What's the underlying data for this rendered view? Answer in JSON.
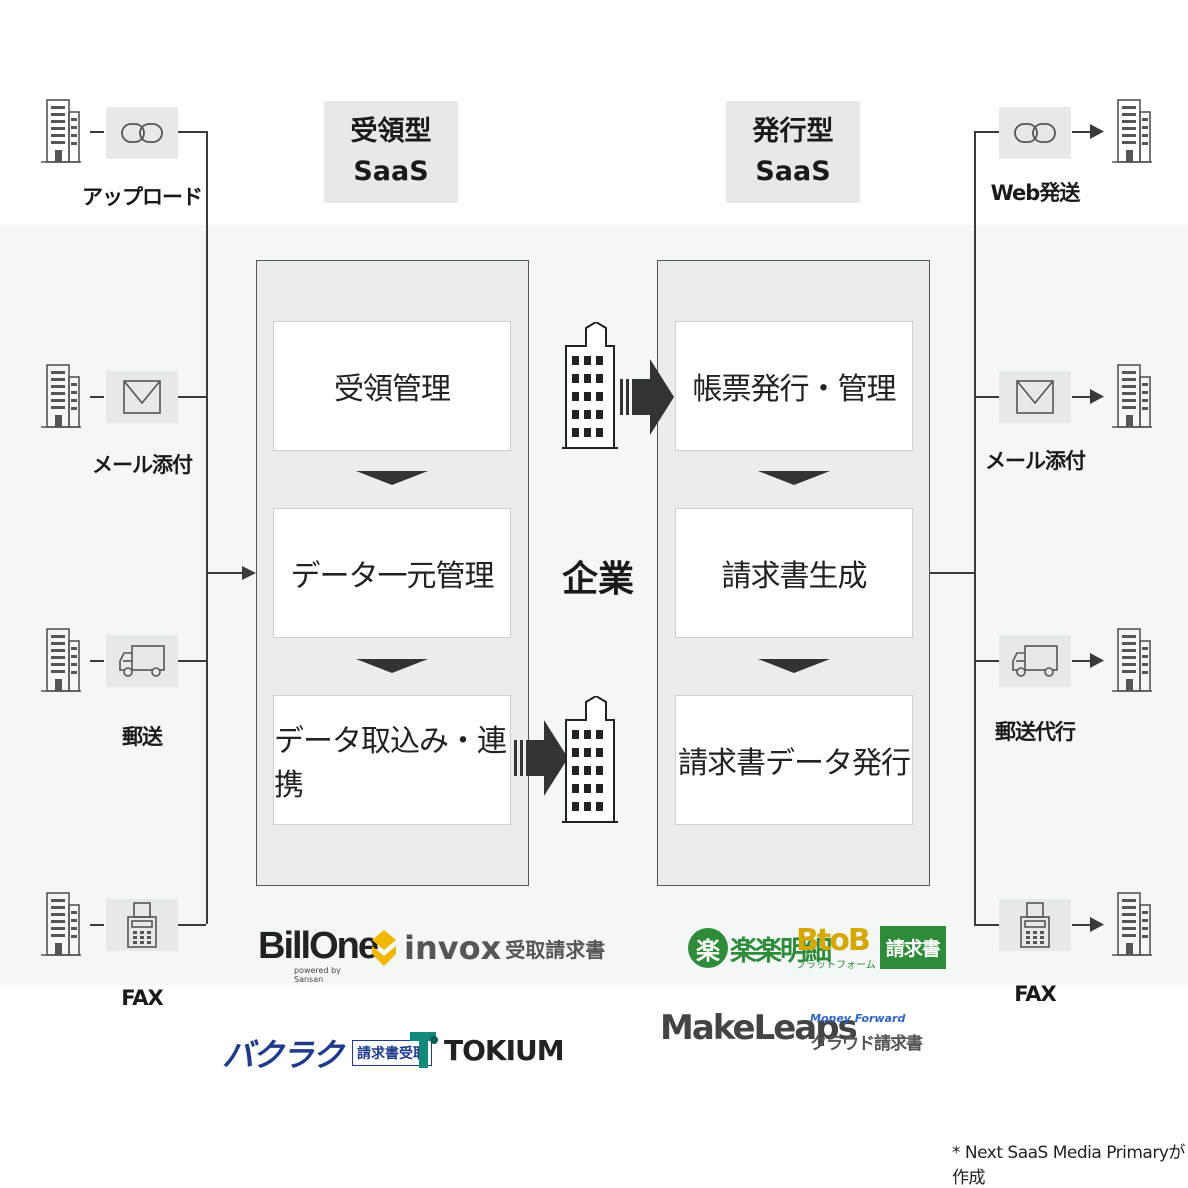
{
  "receive_type": {
    "line1": "受領型",
    "line2": "SaaS"
  },
  "issue_type": {
    "line1": "発行型",
    "line2": "SaaS"
  },
  "center_label": "企業",
  "receive_steps": [
    "受領管理",
    "データ一元管理",
    "データ取込み・連携"
  ],
  "issue_steps": [
    "帳票発行・管理",
    "請求書生成",
    "請求書データ発行"
  ],
  "left_channels": [
    "アップロード",
    "メール添付",
    "郵送",
    "FAX"
  ],
  "right_channels": [
    "Web発送",
    "メール添付",
    "郵送代行",
    "FAX"
  ],
  "logos": {
    "billone": {
      "main": "BillOne",
      "sub": "powered by Sansan"
    },
    "invox": {
      "main": "invox",
      "sub": "受取請求書"
    },
    "bakuraku": {
      "main": "バクラク",
      "sub": "請求書受取"
    },
    "tokium": {
      "main": "TOKIUM"
    },
    "rakurakumeisai": {
      "main": "楽楽明細",
      "badge": "楽"
    },
    "btob": {
      "main": "BtoB",
      "sub": "プラットフォーム",
      "badge": "請求書"
    },
    "makeleaps": {
      "main": "MakeLeaps"
    },
    "moneyforward": {
      "main": "Money Forward",
      "sub": "クラウド請求書"
    }
  },
  "footnote": "* Next SaaS Media Primaryが作成",
  "colors": {
    "line": "#3a3a3a",
    "tile": "#e8e8e8",
    "panel": "#ececec",
    "green": "#2e8b3a",
    "navy": "#1f3a8a",
    "teal": "#13897e",
    "gold": "#f2b600"
  }
}
